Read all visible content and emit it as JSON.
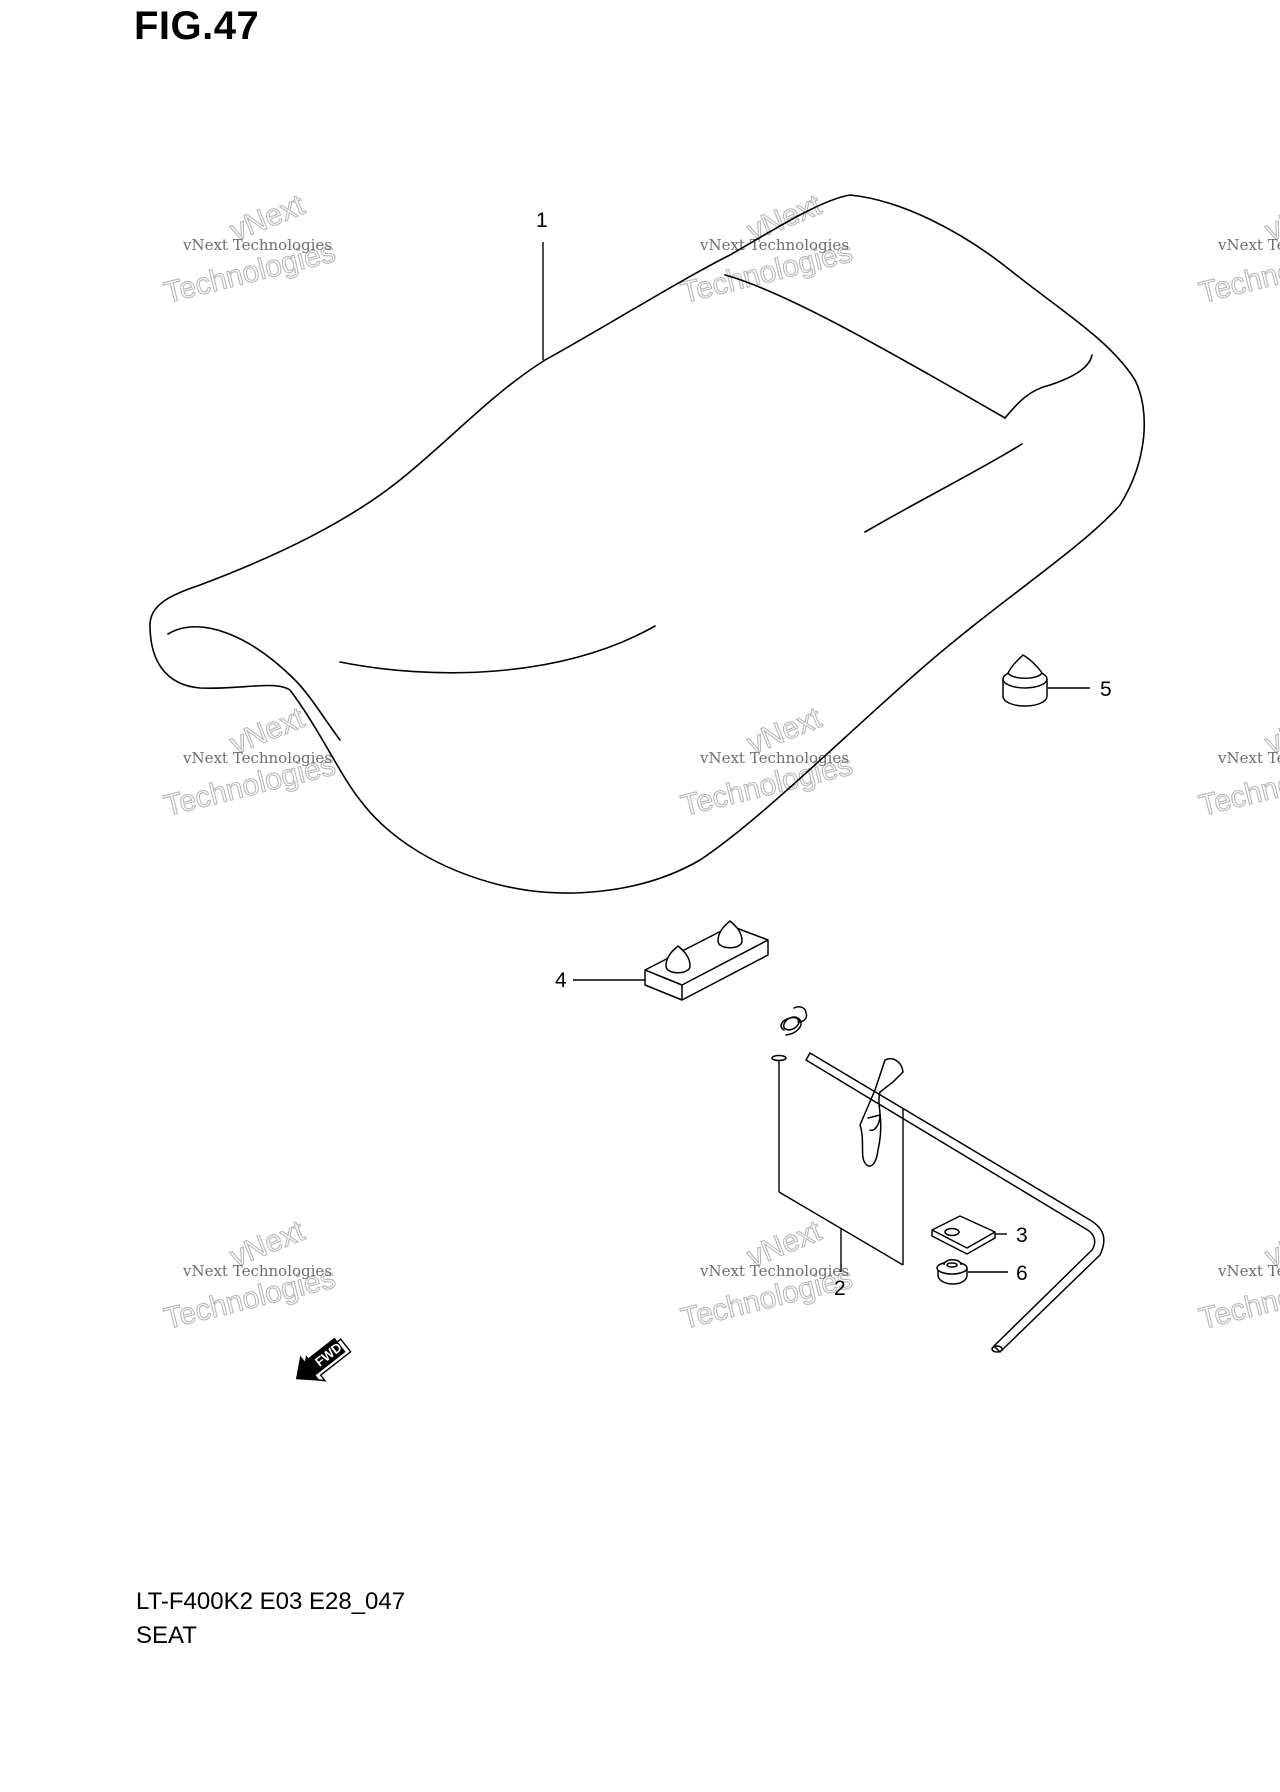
{
  "figure": {
    "title": "FIG.47",
    "model_code": "LT-F400K2 E03 E28_047",
    "section_name": "SEAT"
  },
  "callouts": [
    {
      "id": "1",
      "label": "1"
    },
    {
      "id": "2",
      "label": "2"
    },
    {
      "id": "3",
      "label": "3"
    },
    {
      "id": "4",
      "label": "4"
    },
    {
      "id": "5",
      "label": "5"
    },
    {
      "id": "6",
      "label": "6"
    }
  ],
  "fwd_arrow": {
    "label": "FWD"
  },
  "watermark": {
    "small_text": "vNext Technologies",
    "large_text_1": "vNext",
    "large_text_2": "Technologies"
  },
  "colors": {
    "line": "#000000",
    "background": "#ffffff",
    "watermark": "#b8b8b8"
  }
}
